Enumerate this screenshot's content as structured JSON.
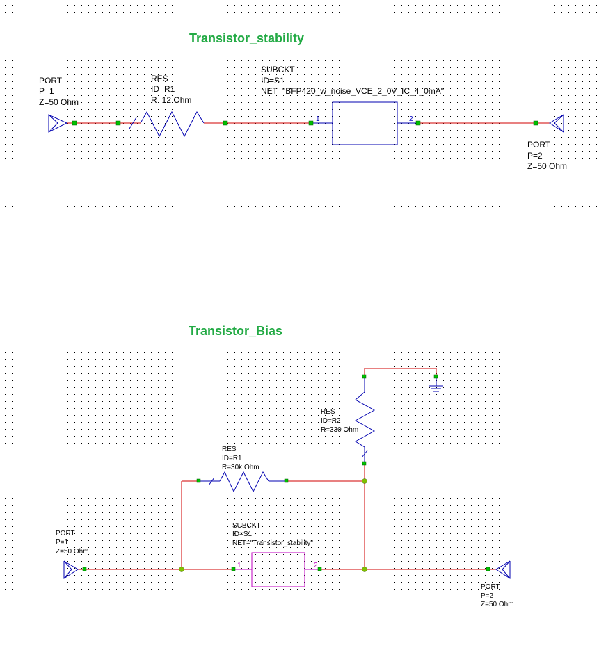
{
  "colors": {
    "wire": "#d00000",
    "component": "#0000b0",
    "node": "#00c000",
    "junction": "#80c000",
    "title": "#22aa44",
    "pin_blue": "#0000c0",
    "pin_magenta": "#c000c0",
    "subckt2": "#c000c0",
    "grid": "#000000"
  },
  "schematic1": {
    "title": "Transistor_stability",
    "port1": {
      "line1": "PORT",
      "line2": "P=1",
      "line3": "Z=50 Ohm"
    },
    "res": {
      "line1": "RES",
      "line2": "ID=R1",
      "line3": "R=12 Ohm"
    },
    "subckt": {
      "line1": "SUBCKT",
      "line2": "ID=S1",
      "line3": "NET=\"BFP420_w_noise_VCE_2_0V_IC_4_0mA\"",
      "pin1": "1",
      "pin2": "2"
    },
    "port2": {
      "line1": "PORT",
      "line2": "P=2",
      "line3": "Z=50 Ohm"
    }
  },
  "schematic2": {
    "title": "Transistor_Bias",
    "res2": {
      "line1": "RES",
      "line2": "ID=R2",
      "line3": "R=330 Ohm"
    },
    "res1": {
      "line1": "RES",
      "line2": "ID=R1",
      "line3": "R=30k Ohm"
    },
    "subckt": {
      "line1": "SUBCKT",
      "line2": "ID=S1",
      "line3": "NET=\"Transistor_stability\"",
      "pin1": "1",
      "pin2": "2"
    },
    "port1": {
      "line1": "PORT",
      "line2": "P=1",
      "line3": "Z=50 Ohm"
    },
    "port2": {
      "line1": "PORT",
      "line2": "P=2",
      "line3": "Z=50 Ohm"
    }
  }
}
